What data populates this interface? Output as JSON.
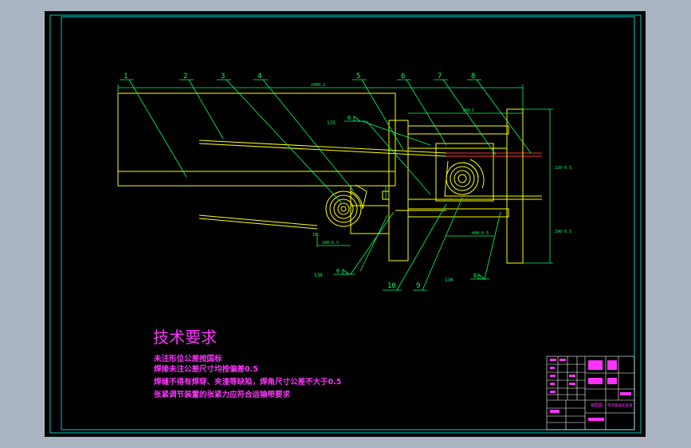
{
  "colors": {
    "viewport_bg": "#a9b3c1",
    "sheet": "#000000",
    "frame": "#00c8c8",
    "part": "#ffff00",
    "dim": "#00ff66",
    "leader": "#00ff66",
    "note": "#ff33ff",
    "belt_red": "#ff3333"
  },
  "balloons": [
    "1",
    "2",
    "3",
    "4",
    "5",
    "6",
    "7",
    "8",
    "10",
    "9",
    "6",
    "6",
    "6"
  ],
  "dimensions": {
    "overall_length": "2400-2",
    "upper_right": "380-1",
    "height_right_upper": "220-0.5",
    "height_right_lower": "290-0.5",
    "lower_left": "200-0.5",
    "lower_mid": "400-0.5",
    "small_left": "10"
  },
  "welds": {
    "upper": "135",
    "lower_left": "136",
    "lower_right": "136"
  },
  "notes": {
    "title": "技术要求",
    "lines": [
      "未注形位公差按国标",
      "焊接未注公差尺寸均按偏差0.5",
      "焊缝不得有焊穿、夹渣等缺陷，焊角尺寸公差不大于0.5",
      "张紧调节装置的张紧力应符合运输带要求"
    ]
  },
  "title_block": {
    "label_a": "装配图",
    "label_b": "带式输送机张紧"
  }
}
